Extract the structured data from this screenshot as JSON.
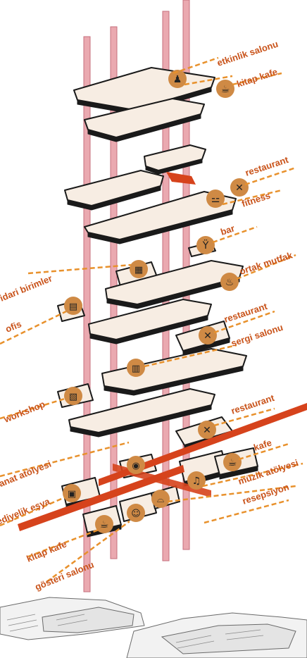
{
  "colors": {
    "label": "#c9531a",
    "leader": "#e8912c",
    "column": "#e8a0a8",
    "column_edge": "#c06070",
    "corridor": "#d6431c",
    "icon": "#cf8a45",
    "slab_top": "#f7ede3",
    "slab_side": "#1a1a1a"
  },
  "labels": {
    "etkinlik_salonu": "etkinlik salonu",
    "kitap_kafe_top": "kitap kafe",
    "restaurant_1": "restaurant",
    "fitness": "fitness",
    "bar": "bar",
    "idari_birimler": "idari birimler",
    "ortak_mutfak": "ortak mutfak",
    "ofis": "ofis",
    "restaurant_2": "restaurant",
    "sergi_salonu": "sergi salonu",
    "workshop": "workshop",
    "restaurant_3": "restaurant",
    "kafe": "kafe",
    "sanat_atolyesi": "sanat atölyesi",
    "muzik_atolyesi": "müzik atölyesi",
    "hediyelik_esya": "hediyelik eşya",
    "resepsiyon": "resepsiyon",
    "kitap_kafe_bottom": "kitap kafe",
    "gosteri_salonu": "gösteri salonu"
  },
  "icons": [
    "people-icon",
    "coffee-cup-icon",
    "cutlery-icon",
    "dumbbell-icon",
    "cocktail-icon",
    "cooking-pot-icon",
    "desk-worker-icon",
    "easel-icon",
    "palette-icon",
    "music-note-icon",
    "theater-masks-icon",
    "cloche-icon",
    "gift-bag-icon"
  ]
}
